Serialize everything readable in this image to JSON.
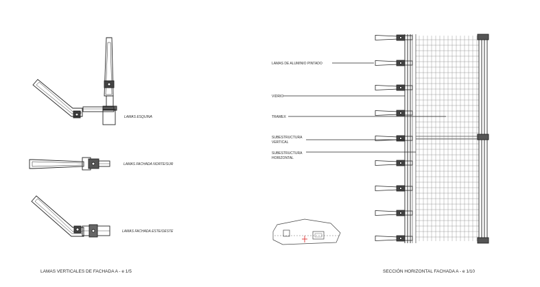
{
  "left_panel": {
    "caption": "LAMAS VERTICALES DE FACHADA  A  -  e 1/5",
    "details": [
      {
        "label": "LAMAS ESQUINA"
      },
      {
        "label": "LAMAS FACHADA NORTE/SUR"
      },
      {
        "label": "LAMAS FACHADA ESTE/OESTE"
      }
    ]
  },
  "right_panel": {
    "caption": "SECCIÓN HORIZONTAL FACHADA  A  -  e 1/10",
    "callouts": [
      {
        "lines": [
          "LAMAS DE ALUMINIO PINTADO"
        ]
      },
      {
        "lines": [
          "VIDRIO"
        ]
      },
      {
        "lines": [
          "TRAMEX"
        ]
      },
      {
        "lines": [
          "SUBESTRUCTURA",
          "VERTICAL"
        ]
      },
      {
        "lines": [
          "SUBESTRUCTURA",
          "HORIZONTAL"
        ]
      }
    ]
  }
}
